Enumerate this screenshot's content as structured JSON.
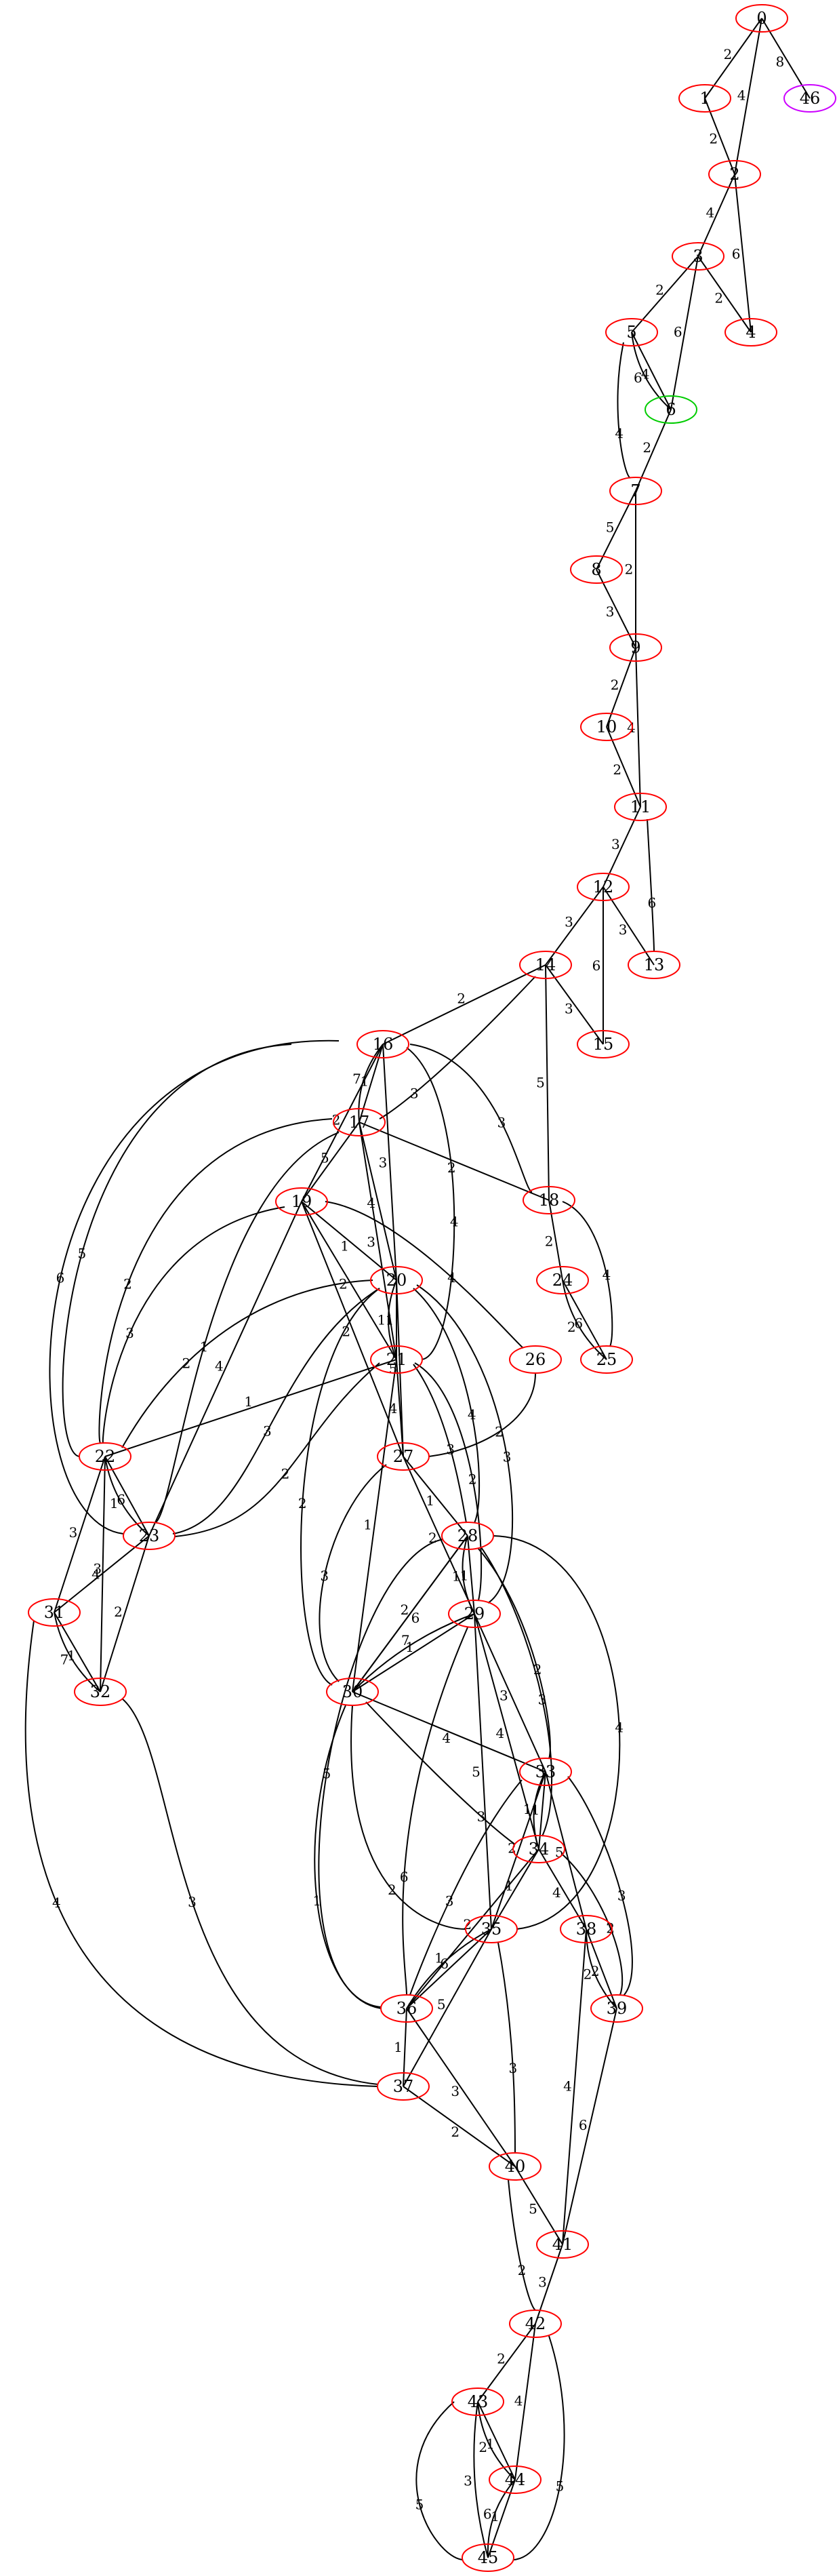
{
  "graph": {
    "colors": {
      "default_node": "#ff0000",
      "start_node": "#00cc00",
      "terminal_node": "#cc00ff",
      "edge": "#000000"
    },
    "nodes": [
      {
        "id": "0",
        "role": "default"
      },
      {
        "id": "1",
        "role": "default"
      },
      {
        "id": "2",
        "role": "default"
      },
      {
        "id": "3",
        "role": "default"
      },
      {
        "id": "4",
        "role": "default"
      },
      {
        "id": "5",
        "role": "default"
      },
      {
        "id": "6",
        "role": "start"
      },
      {
        "id": "7",
        "role": "default"
      },
      {
        "id": "8",
        "role": "default"
      },
      {
        "id": "9",
        "role": "default"
      },
      {
        "id": "10",
        "role": "default"
      },
      {
        "id": "11",
        "role": "default"
      },
      {
        "id": "12",
        "role": "default"
      },
      {
        "id": "13",
        "role": "default"
      },
      {
        "id": "14",
        "role": "default"
      },
      {
        "id": "15",
        "role": "default"
      },
      {
        "id": "16",
        "role": "default"
      },
      {
        "id": "17",
        "role": "default"
      },
      {
        "id": "18",
        "role": "default"
      },
      {
        "id": "19",
        "role": "default"
      },
      {
        "id": "20",
        "role": "default"
      },
      {
        "id": "21",
        "role": "default"
      },
      {
        "id": "22",
        "role": "default"
      },
      {
        "id": "23",
        "role": "default"
      },
      {
        "id": "24",
        "role": "default"
      },
      {
        "id": "25",
        "role": "default"
      },
      {
        "id": "26",
        "role": "default"
      },
      {
        "id": "27",
        "role": "default"
      },
      {
        "id": "28",
        "role": "default"
      },
      {
        "id": "29",
        "role": "default"
      },
      {
        "id": "30",
        "role": "default"
      },
      {
        "id": "31",
        "role": "default"
      },
      {
        "id": "32",
        "role": "default"
      },
      {
        "id": "33",
        "role": "default"
      },
      {
        "id": "34",
        "role": "default"
      },
      {
        "id": "35",
        "role": "default"
      },
      {
        "id": "36",
        "role": "default"
      },
      {
        "id": "37",
        "role": "default"
      },
      {
        "id": "38",
        "role": "default"
      },
      {
        "id": "39",
        "role": "default"
      },
      {
        "id": "40",
        "role": "default"
      },
      {
        "id": "41",
        "role": "default"
      },
      {
        "id": "42",
        "role": "default"
      },
      {
        "id": "43",
        "role": "default"
      },
      {
        "id": "44",
        "role": "default"
      },
      {
        "id": "45",
        "role": "default"
      },
      {
        "id": "46",
        "role": "terminal"
      }
    ],
    "edges": [
      {
        "from": "0",
        "to": "1",
        "weight": "2"
      },
      {
        "from": "0",
        "to": "2",
        "weight": "4"
      },
      {
        "from": "0",
        "to": "46",
        "weight": "8"
      },
      {
        "from": "1",
        "to": "2",
        "weight": "2"
      },
      {
        "from": "2",
        "to": "3",
        "weight": "4"
      },
      {
        "from": "2",
        "to": "4",
        "weight": "6"
      },
      {
        "from": "3",
        "to": "5",
        "weight": "2"
      },
      {
        "from": "3",
        "to": "4",
        "weight": "2"
      },
      {
        "from": "3",
        "to": "6",
        "weight": "6"
      },
      {
        "from": "5",
        "to": "6",
        "weight": "4"
      },
      {
        "from": "5",
        "to": "6",
        "weight": "6"
      },
      {
        "from": "5",
        "to": "7",
        "weight": "4"
      },
      {
        "from": "6",
        "to": "7",
        "weight": "2"
      },
      {
        "from": "7",
        "to": "8",
        "weight": "5"
      },
      {
        "from": "7",
        "to": "9",
        "weight": "2"
      },
      {
        "from": "8",
        "to": "9",
        "weight": "3"
      },
      {
        "from": "9",
        "to": "10",
        "weight": "2"
      },
      {
        "from": "9",
        "to": "11",
        "weight": "4"
      },
      {
        "from": "10",
        "to": "11",
        "weight": "2"
      },
      {
        "from": "11",
        "to": "12",
        "weight": "3"
      },
      {
        "from": "11",
        "to": "13",
        "weight": "6"
      },
      {
        "from": "12",
        "to": "14",
        "weight": "3"
      },
      {
        "from": "12",
        "to": "15",
        "weight": "6"
      },
      {
        "from": "12",
        "to": "13",
        "weight": "3"
      },
      {
        "from": "14",
        "to": "16",
        "weight": "2"
      },
      {
        "from": "14",
        "to": "17",
        "weight": "3"
      },
      {
        "from": "14",
        "to": "15",
        "weight": "3"
      },
      {
        "from": "14",
        "to": "18",
        "weight": "5"
      },
      {
        "from": "16",
        "to": "17",
        "weight": "1"
      },
      {
        "from": "16",
        "to": "17",
        "weight": "7"
      },
      {
        "from": "16",
        "to": "18",
        "weight": "3"
      },
      {
        "from": "16",
        "to": "19",
        "weight": "2"
      },
      {
        "from": "16",
        "to": "20",
        "weight": "3"
      },
      {
        "from": "16",
        "to": "21",
        "weight": "4"
      },
      {
        "from": "16",
        "to": "22",
        "weight": "5"
      },
      {
        "from": "16",
        "to": "23",
        "weight": "6"
      },
      {
        "from": "17",
        "to": "18",
        "weight": "2"
      },
      {
        "from": "17",
        "to": "19",
        "weight": "5"
      },
      {
        "from": "17",
        "to": "20",
        "weight": "4"
      },
      {
        "from": "17",
        "to": "21",
        "weight": "3"
      },
      {
        "from": "17",
        "to": "22",
        "weight": "2"
      },
      {
        "from": "17",
        "to": "23",
        "weight": "1"
      },
      {
        "from": "18",
        "to": "24",
        "weight": "2"
      },
      {
        "from": "18",
        "to": "25",
        "weight": "4"
      },
      {
        "from": "19",
        "to": "20",
        "weight": "1"
      },
      {
        "from": "19",
        "to": "21",
        "weight": "2"
      },
      {
        "from": "19",
        "to": "26",
        "weight": "4"
      },
      {
        "from": "19",
        "to": "22",
        "weight": "3"
      },
      {
        "from": "19",
        "to": "23",
        "weight": "4"
      },
      {
        "from": "19",
        "to": "27",
        "weight": "2"
      },
      {
        "from": "20",
        "to": "21",
        "weight": "1"
      },
      {
        "from": "20",
        "to": "21",
        "weight": "1"
      },
      {
        "from": "20",
        "to": "22",
        "weight": "2"
      },
      {
        "from": "20",
        "to": "23",
        "weight": "3"
      },
      {
        "from": "20",
        "to": "27",
        "weight": "5"
      },
      {
        "from": "20",
        "to": "28",
        "weight": "4"
      },
      {
        "from": "20",
        "to": "29",
        "weight": "3"
      },
      {
        "from": "20",
        "to": "30",
        "weight": "2"
      },
      {
        "from": "21",
        "to": "22",
        "weight": "1"
      },
      {
        "from": "21",
        "to": "23",
        "weight": "2"
      },
      {
        "from": "21",
        "to": "27",
        "weight": "4"
      },
      {
        "from": "21",
        "to": "28",
        "weight": "3"
      },
      {
        "from": "21",
        "to": "29",
        "weight": "2"
      },
      {
        "from": "21",
        "to": "30",
        "weight": "1"
      },
      {
        "from": "22",
        "to": "23",
        "weight": "6"
      },
      {
        "from": "22",
        "to": "23",
        "weight": "1"
      },
      {
        "from": "22",
        "to": "31",
        "weight": "3"
      },
      {
        "from": "22",
        "to": "32",
        "weight": "4"
      },
      {
        "from": "23",
        "to": "31",
        "weight": "3"
      },
      {
        "from": "23",
        "to": "32",
        "weight": "2"
      },
      {
        "from": "24",
        "to": "25",
        "weight": "6"
      },
      {
        "from": "24",
        "to": "25",
        "weight": "2"
      },
      {
        "from": "26",
        "to": "27",
        "weight": "2"
      },
      {
        "from": "27",
        "to": "28",
        "weight": "1"
      },
      {
        "from": "27",
        "to": "29",
        "weight": "2"
      },
      {
        "from": "27",
        "to": "30",
        "weight": "3"
      },
      {
        "from": "28",
        "to": "29",
        "weight": "1"
      },
      {
        "from": "28",
        "to": "29",
        "weight": "1"
      },
      {
        "from": "28",
        "to": "30",
        "weight": "2"
      },
      {
        "from": "28",
        "to": "33",
        "weight": "2"
      },
      {
        "from": "28",
        "to": "34",
        "weight": "3"
      },
      {
        "from": "28",
        "to": "35",
        "weight": "4"
      },
      {
        "from": "28",
        "to": "36",
        "weight": "5"
      },
      {
        "from": "29",
        "to": "30",
        "weight": "1"
      },
      {
        "from": "29",
        "to": "30",
        "weight": "7"
      },
      {
        "from": "29",
        "to": "33",
        "weight": "3"
      },
      {
        "from": "29",
        "to": "34",
        "weight": "4"
      },
      {
        "from": "29",
        "to": "35",
        "weight": "5"
      },
      {
        "from": "29",
        "to": "36",
        "weight": "6"
      },
      {
        "from": "30",
        "to": "28",
        "weight": "6"
      },
      {
        "from": "30",
        "to": "33",
        "weight": "4"
      },
      {
        "from": "30",
        "to": "34",
        "weight": "3"
      },
      {
        "from": "30",
        "to": "35",
        "weight": "2"
      },
      {
        "from": "30",
        "to": "36",
        "weight": "1"
      },
      {
        "from": "31",
        "to": "32",
        "weight": "1"
      },
      {
        "from": "31",
        "to": "32",
        "weight": "7"
      },
      {
        "from": "31",
        "to": "37",
        "weight": "4"
      },
      {
        "from": "32",
        "to": "37",
        "weight": "3"
      },
      {
        "from": "33",
        "to": "34",
        "weight": "1"
      },
      {
        "from": "33",
        "to": "34",
        "weight": "1"
      },
      {
        "from": "33",
        "to": "35",
        "weight": "2"
      },
      {
        "from": "33",
        "to": "36",
        "weight": "3"
      },
      {
        "from": "33",
        "to": "38",
        "weight": "5"
      },
      {
        "from": "33",
        "to": "39",
        "weight": "3"
      },
      {
        "from": "34",
        "to": "35",
        "weight": "1"
      },
      {
        "from": "34",
        "to": "36",
        "weight": "2"
      },
      {
        "from": "34",
        "to": "38",
        "weight": "4"
      },
      {
        "from": "34",
        "to": "39",
        "weight": "2"
      },
      {
        "from": "35",
        "to": "36",
        "weight": "6"
      },
      {
        "from": "35",
        "to": "36",
        "weight": "1"
      },
      {
        "from": "35",
        "to": "37",
        "weight": "5"
      },
      {
        "from": "35",
        "to": "40",
        "weight": "3"
      },
      {
        "from": "36",
        "to": "37",
        "weight": "1"
      },
      {
        "from": "36",
        "to": "40",
        "weight": "3"
      },
      {
        "from": "37",
        "to": "40",
        "weight": "2"
      },
      {
        "from": "38",
        "to": "39",
        "weight": "2"
      },
      {
        "from": "38",
        "to": "39",
        "weight": "2"
      },
      {
        "from": "38",
        "to": "41",
        "weight": "4"
      },
      {
        "from": "39",
        "to": "41",
        "weight": "6"
      },
      {
        "from": "40",
        "to": "41",
        "weight": "5"
      },
      {
        "from": "40",
        "to": "42",
        "weight": "2"
      },
      {
        "from": "41",
        "to": "42",
        "weight": "3"
      },
      {
        "from": "42",
        "to": "43",
        "weight": "2"
      },
      {
        "from": "42",
        "to": "44",
        "weight": "4"
      },
      {
        "from": "42",
        "to": "45",
        "weight": "5"
      },
      {
        "from": "43",
        "to": "44",
        "weight": "1"
      },
      {
        "from": "43",
        "to": "44",
        "weight": "2"
      },
      {
        "from": "43",
        "to": "45",
        "weight": "5"
      },
      {
        "from": "43",
        "to": "45",
        "weight": "3"
      },
      {
        "from": "44",
        "to": "45",
        "weight": "1"
      },
      {
        "from": "44",
        "to": "45",
        "weight": "6"
      }
    ]
  }
}
